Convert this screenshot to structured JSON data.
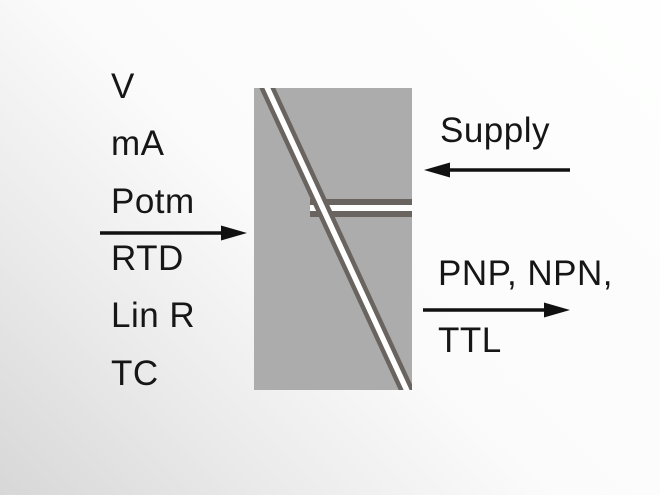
{
  "diagram": {
    "title_semantic": "signal isolator input/output diagram",
    "inputs": [
      "V",
      "mA",
      "Potm",
      "RTD",
      "Lin R",
      "TC"
    ],
    "supply_label": "Supply",
    "outputs": [
      "PNP, NPN,",
      "TTL"
    ],
    "colors": {
      "body_gray": "#acacac",
      "barrier_dark": "#69645f",
      "barrier_light": "#ffffff",
      "arrow_black": "#111111",
      "text": "#161616",
      "background_corner_gray": "#d7d7d7",
      "background_white": "#fdfefd"
    }
  }
}
